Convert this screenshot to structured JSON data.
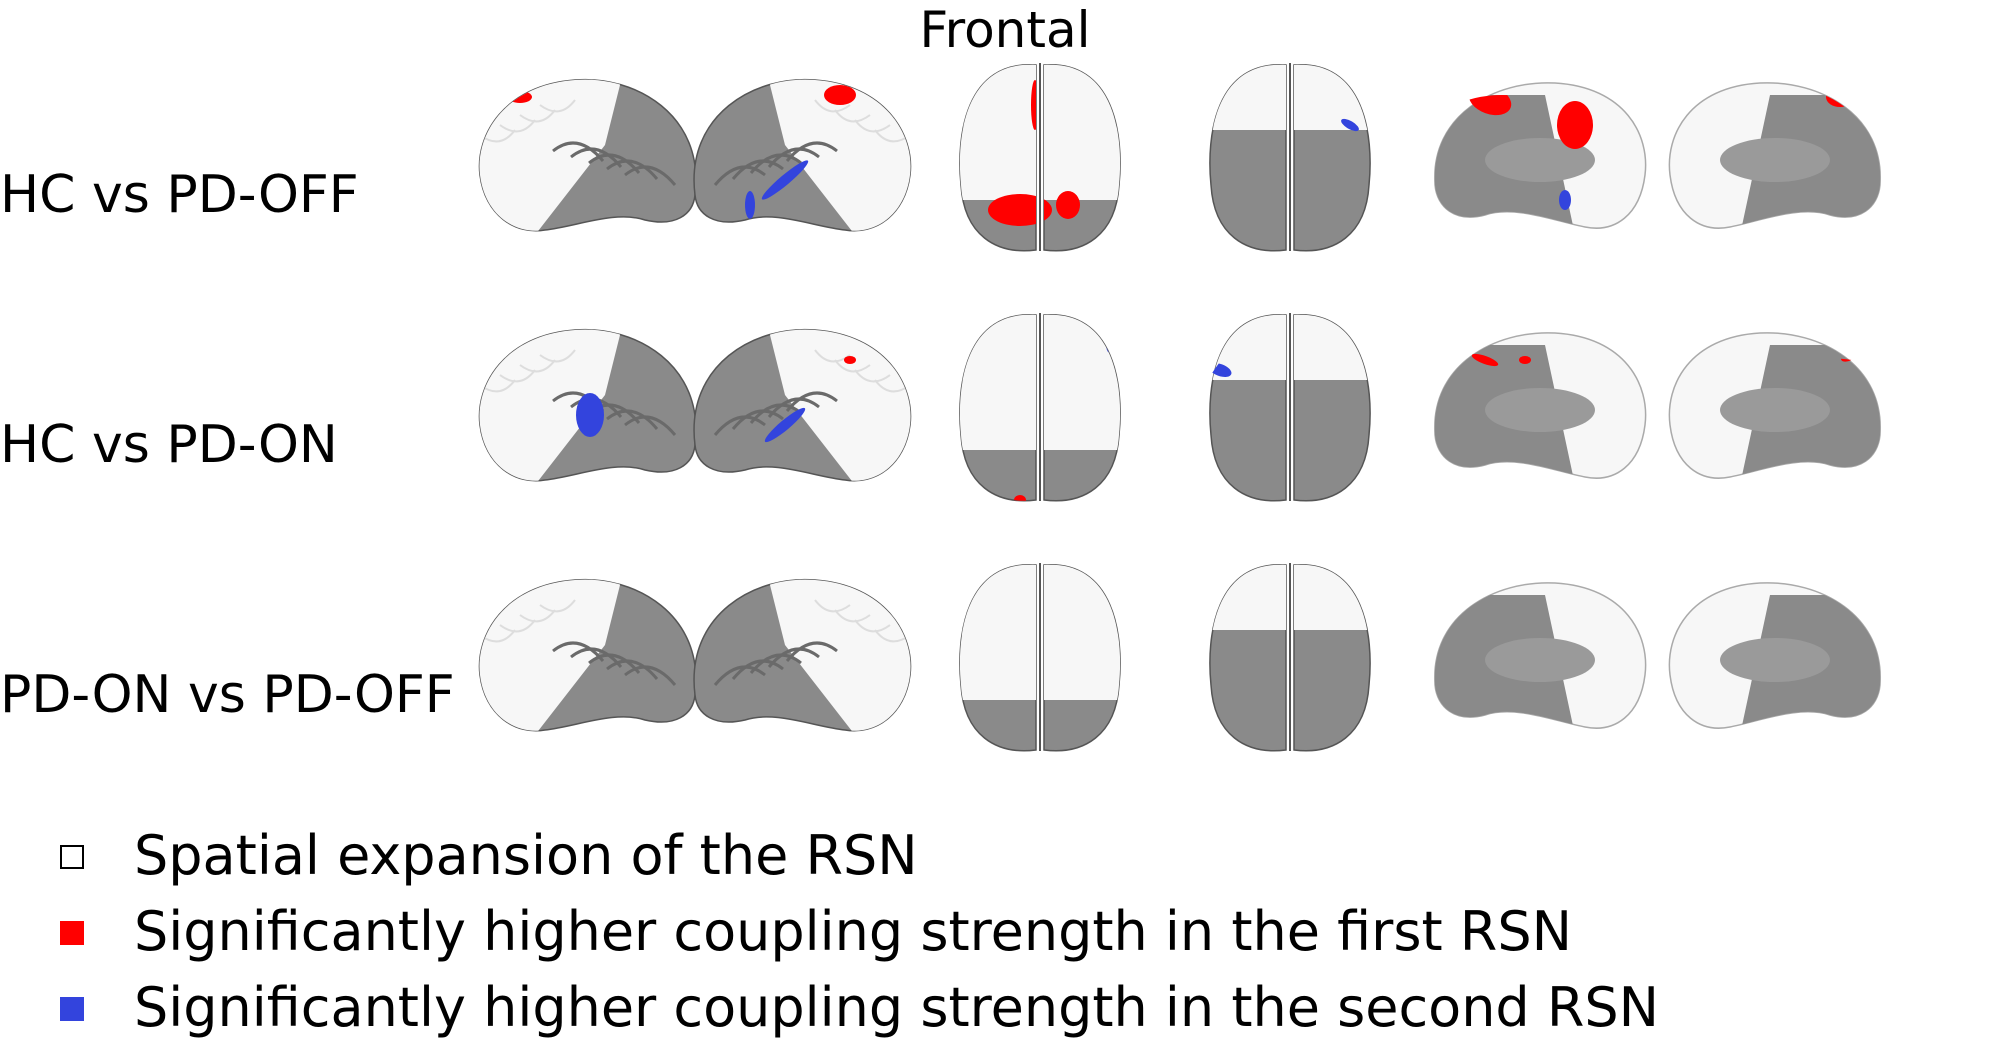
{
  "title": "Frontal",
  "rows": [
    {
      "label": "HC vs PD-OFF"
    },
    {
      "label": "HC vs PD-ON"
    },
    {
      "label": "PD-ON vs PD-OFF"
    }
  ],
  "views": [
    "lateral-left",
    "lateral-right",
    "superior",
    "inferior",
    "medial-left",
    "medial-right"
  ],
  "legend": [
    {
      "label": "Spatial expansion of the RSN",
      "color": "#ffffff"
    },
    {
      "label": "Significantly higher coupling strength in the first RSN",
      "color": "#ff0000"
    },
    {
      "label": "Significantly higher coupling strength in the second RSN",
      "color": "#3344dd"
    }
  ],
  "colors": {
    "cortex_gray": "#8a8a8a",
    "cortex_dark": "#6a6a6a",
    "rsn_white": "#f7f7f7",
    "outline": "#555555"
  }
}
